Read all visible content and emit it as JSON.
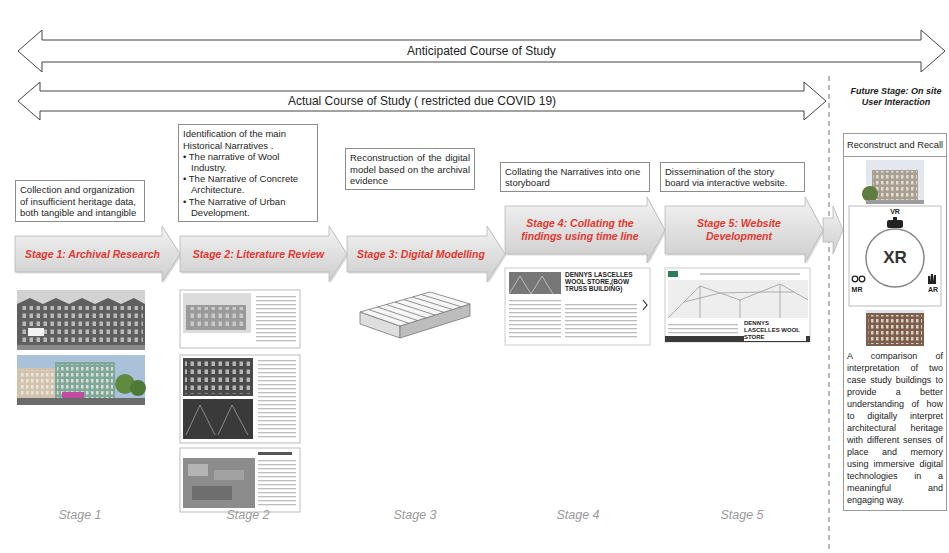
{
  "diagram": {
    "nodes": [
      {
        "text": [
          "Anticipated Course of Study"
        ]
      },
      {
        "text": [
          "Actual Course of Study ( restricted due COVID 19)"
        ]
      },
      {
        "text": [
          "Collection and organization of insufficient heritage data, both tangible and intangible"
        ]
      },
      {
        "text": [
          "Stage 1: Archival Research"
        ]
      },
      {
        "text": [
          "Identification of the main Historical Narratives .",
          "• The narrative of Wool Industry.",
          "• The Narrative of Concrete Architecture.",
          "• The Narrative of Urban Development."
        ]
      },
      {
        "text": [
          "Stage 2: Literature Review"
        ]
      },
      {
        "text": [
          "Reconstruction of the digital model based on the archival evidence"
        ]
      },
      {
        "text": [
          "Stage 3: Digital Modelling"
        ]
      },
      {
        "text": [
          "Collating the Narratives into one storyboard"
        ]
      },
      {
        "text": [
          "Stage 4: Collating the findings using time line"
        ]
      },
      {
        "text": [
          "Dissemination of the story board via interactive website."
        ]
      },
      {
        "text": [
          "Stage 5: Website Development"
        ]
      },
      {
        "text": [
          "Reconstruct and Recall",
          "A comparison of interpretation of two case study buildings to provide a better understanding of how to digitally interpret architectural heritage with different senses of place and memory using immersive digital technologies in a meaningful and engaging way."
        ]
      },
      {
        "text": [
          "XR"
        ],
        "in": 12
      }
    ],
    "edges": [
      {
        "from": 11,
        "to": 12,
        "arrow": "to"
      }
    ],
    "labels": [
      "Future Stage: On site User Interaction",
      "DENNYS LASCELLES WOOL STORE,(BOW TRUSS BUILDING)",
      "DENNYS LASCELLES WOOL STORE",
      "VR",
      "MR",
      "AR",
      "Stage 1",
      "Stage 2",
      "Stage 3",
      "Stage 4",
      "Stage 5"
    ]
  }
}
